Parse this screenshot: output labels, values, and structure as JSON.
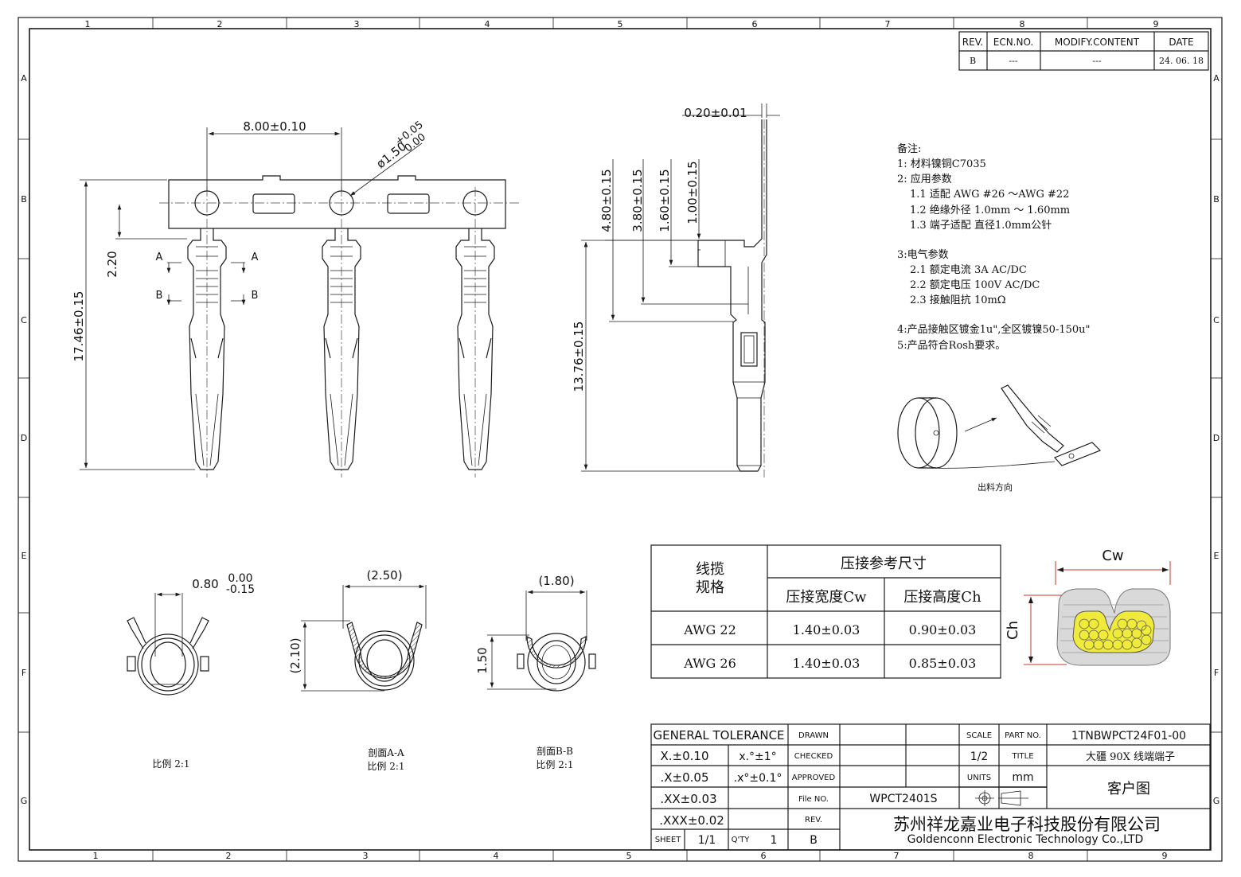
{
  "frame": {
    "col_numbers": [
      "1",
      "2",
      "3",
      "4",
      "5",
      "6",
      "7",
      "8",
      "9"
    ],
    "row_letters": [
      "A",
      "B",
      "C",
      "D",
      "E",
      "F",
      "G"
    ]
  },
  "revision": {
    "headers": [
      "REV.",
      "ECN.NO.",
      "MODIFY.CONTENT",
      "DATE"
    ],
    "row": [
      "B",
      "---",
      "---",
      "24. 06. 18"
    ]
  },
  "front_view": {
    "dim_pitch": "8.00±0.10",
    "dim_hole": "ø1.50",
    "dim_hole_tol_upper": "+0.05",
    "dim_hole_tol_lower": "0.00",
    "dim_height": "17.46±0.15",
    "dim_carrier": "2.20",
    "section_a": "A",
    "section_b": "B"
  },
  "side_view": {
    "dim_thickness": "0.20±0.01",
    "dims_vertical": [
      "4.80±0.15",
      "3.80±0.15",
      "1.60±0.15",
      "1.00±0.15"
    ],
    "dim_length": "13.76±0.15"
  },
  "notes": {
    "title": "备注:",
    "lines": [
      "1: 材料镍铜C7035",
      "2: 应用参数",
      "1.1 适配 AWG #26 ～AWG #22",
      "1.2 绝缘外径 1.0mm ～ 1.60mm",
      "1.3 端子适配 直径1.0mm公针",
      "3:电气参数",
      "2.1 额定电流 3A AC/DC",
      "2.2 额定电压 100V AC/DC",
      "2.3 接触阻抗 10mΩ",
      "4:产品接触区镀金1u\",全区镀镍50-150u\"",
      "5:产品符合Rosh要求。"
    ],
    "feed_direction": "出料方向"
  },
  "end_view": {
    "dim_width": "0.80",
    "dim_tol_upper": "0.00",
    "dim_tol_lower": "-0.15",
    "scale_label": "比例 2:1"
  },
  "section_aa": {
    "dim_width": "(2.50)",
    "dim_height": "(2.10)",
    "title": "剖面A-A",
    "scale_label": "比例 2:1"
  },
  "section_bb": {
    "dim_width": "(1.80)",
    "dim_height": "1.50",
    "title": "剖面B-B",
    "scale_label": "比例 2:1"
  },
  "crimp_table": {
    "col1_header": "线揽\n规格",
    "col1_line1": "线揽",
    "col1_line2": "规格",
    "group_header": "压接参考尺寸",
    "sub_headers": [
      "压接宽度Cw",
      "压接高度Ch"
    ],
    "rows": [
      [
        "AWG 22",
        "1.40±0.03",
        "0.90±0.03"
      ],
      [
        "AWG 26",
        "1.40±0.03",
        "0.85±0.03"
      ]
    ],
    "cw_label": "Cw",
    "ch_label": "Ch"
  },
  "title_block": {
    "general_tolerance": "GENERAL TOLERANCE",
    "tol_x": "X.±0.10",
    "tol_x_angle": "x.°±1°",
    "tol_xx": ".X±0.05",
    "tol_xx_angle": ".x°±0.1°",
    "tol_xxx": ".XX±0.03",
    "tol_xxxx": ".XXX±0.02",
    "drawn": "DRAWN",
    "checked": "CHECKED",
    "approved": "APPROVED",
    "file_no_label": "File NO.",
    "file_no": "WPCT2401S",
    "rev_label": "REV.",
    "rev": "B",
    "sheet_label": "SHEET",
    "sheet": "1/1",
    "qty_label": "Q'TY",
    "qty": "1",
    "scale_label": "SCALE",
    "scale": "1/2",
    "units_label": "UNITS",
    "units": "mm",
    "part_no_label": "PART NO.",
    "part_no": "1TNBWPCT24F01-00",
    "title_label": "TITLE",
    "title": "大疆 90X 线端端子",
    "drawing_type": "客户图",
    "company_cn": "苏州祥龙嘉业电子科技股份有限公司",
    "company_en": "Goldenconn Electronic Technology Co.,LTD"
  }
}
